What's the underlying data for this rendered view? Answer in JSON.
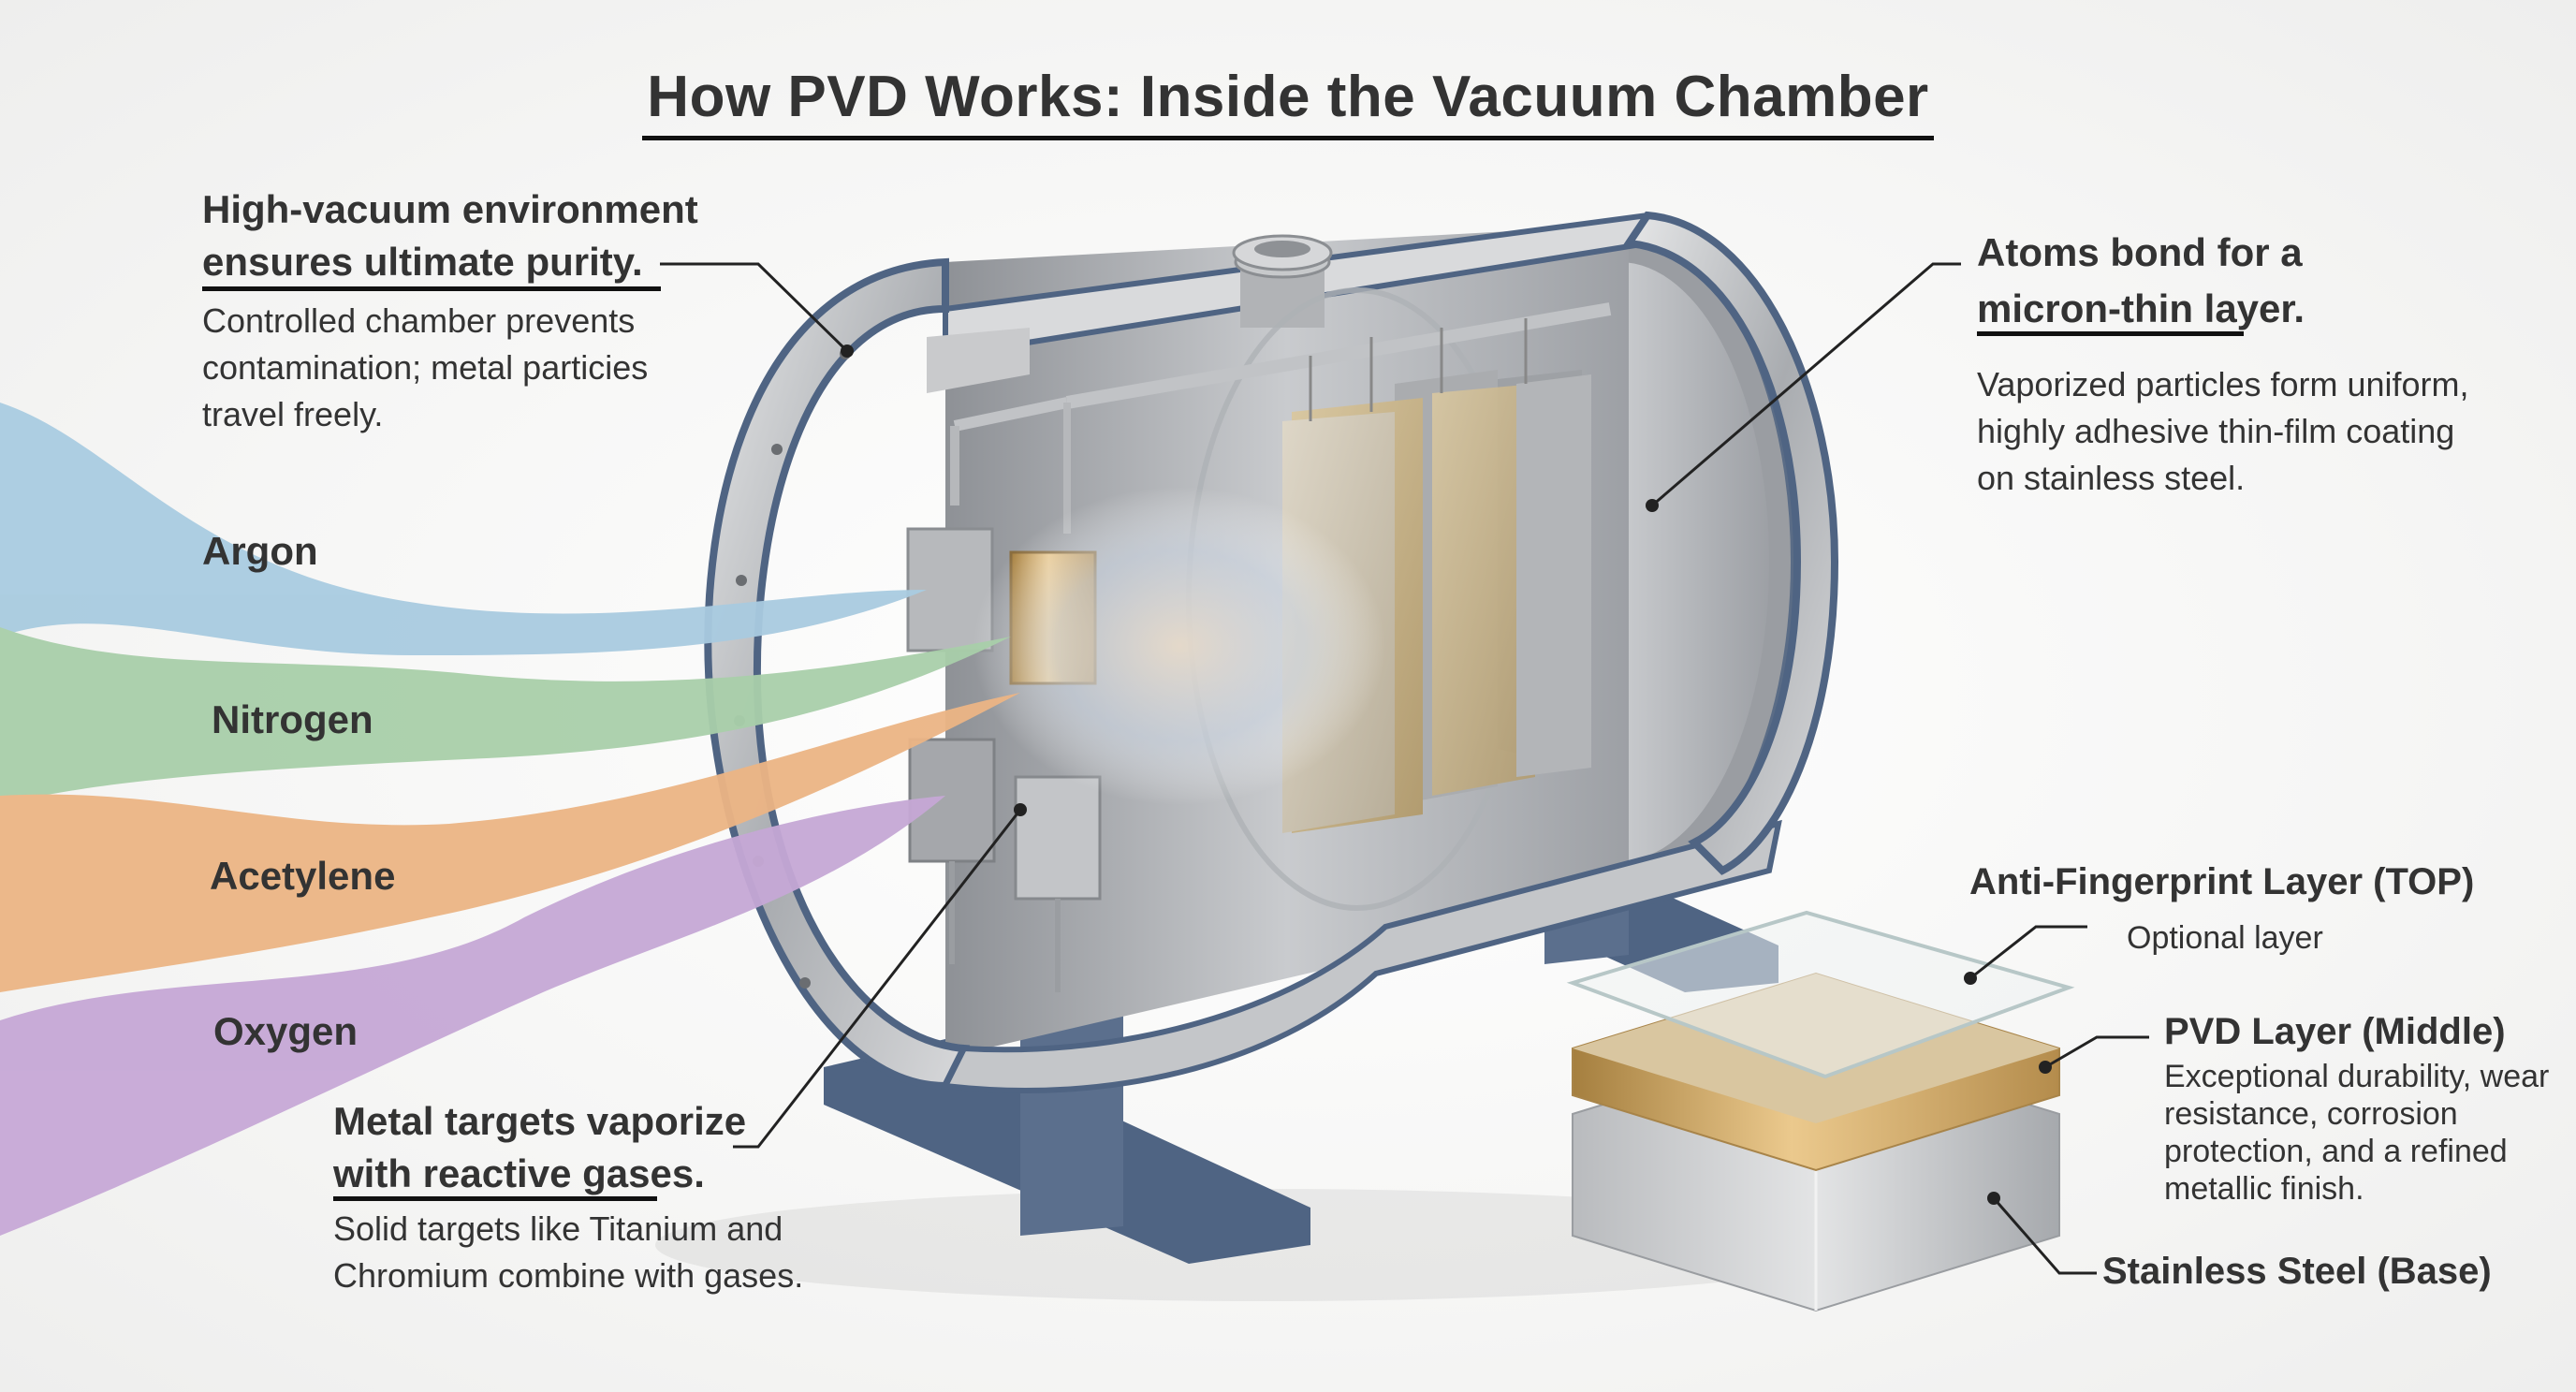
{
  "title": "How PVD Works: Inside the Vacuum Chamber",
  "callouts": {
    "vacuum": {
      "heading_line1": "High-vacuum environment",
      "heading_line2": "ensures ultimate purity.",
      "body_lines": [
        "Controlled chamber prevents",
        "contamination; metal particies",
        "travel freely."
      ]
    },
    "atoms": {
      "heading_line1": "Atoms bond for a",
      "heading_line2": "micron-thin layer.",
      "body_lines": [
        "Vaporized particles form uniform,",
        "highly adhesive thin-film coating",
        "on stainless steel."
      ]
    },
    "targets": {
      "heading_line1": "Metal targets vaporize",
      "heading_line2": "with reactive gases.",
      "body_lines": [
        "Solid targets like Titanium and",
        "Chromium combine with gases."
      ]
    }
  },
  "gases": [
    {
      "name": "Argon",
      "color": "#a9cbe0"
    },
    {
      "name": "Nitrogen",
      "color": "#a9cfaa"
    },
    {
      "name": "Acetylene",
      "color": "#ecb585"
    },
    {
      "name": "Oxygen",
      "color": "#c6a8d6"
    }
  ],
  "layers": {
    "top": {
      "title": "Anti-Fingerprint Layer (TOP)",
      "desc": "Optional layer"
    },
    "middle": {
      "title": "PVD Layer (Middle)",
      "desc_lines": [
        "Exceptional durability, wear",
        "resistance, corrosion",
        "protection, and a refined",
        "metallic finish."
      ]
    },
    "base": {
      "title": "Stainless Steel (Base)"
    }
  },
  "colors": {
    "steel": "#b8babc",
    "steel_dark": "#6f7378",
    "frame_blue": "#4f6483",
    "gold": "#c9a062",
    "text": "#333333"
  }
}
